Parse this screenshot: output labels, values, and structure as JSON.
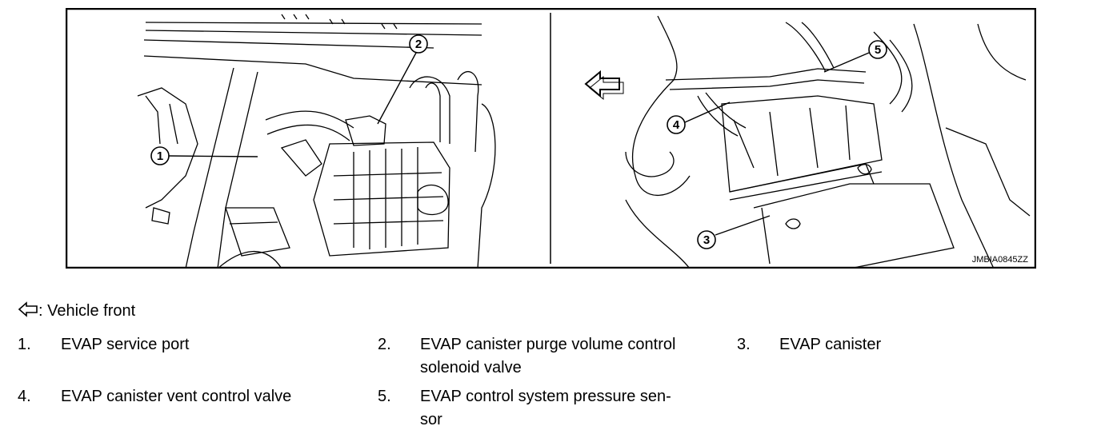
{
  "figure": {
    "code": "JMBIA0845ZZ",
    "callouts": [
      "1",
      "2",
      "3",
      "4",
      "5"
    ]
  },
  "legend": {
    "icon": "hollow-arrow-left-icon",
    "text": ": Vehicle front"
  },
  "items": [
    {
      "num": "1.",
      "text": "EVAP service port"
    },
    {
      "num": "2.",
      "text_line1": "EVAP canister purge volume control",
      "text_line2": "solenoid valve"
    },
    {
      "num": "3.",
      "text": "EVAP canister"
    },
    {
      "num": "4.",
      "text": "EVAP canister vent control valve"
    },
    {
      "num": "5.",
      "text_line1": "EVAP control system pressure sen-",
      "text_line2": "sor"
    }
  ]
}
